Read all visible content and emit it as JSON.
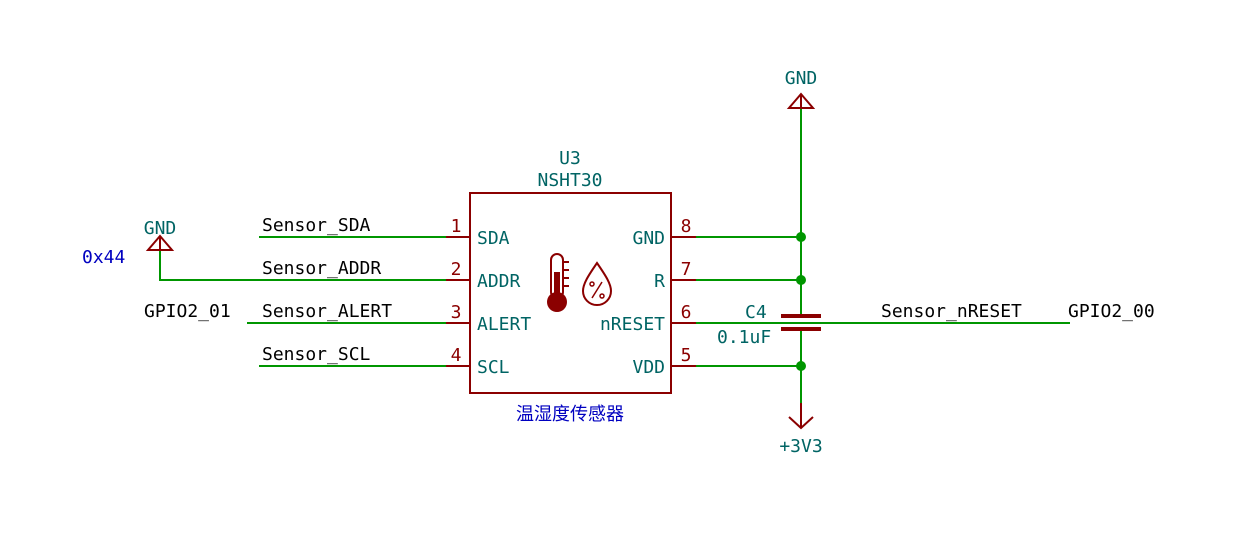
{
  "component": {
    "reference": "U3",
    "value": "NSHT30",
    "description": "温湿度传感器",
    "pins_left": [
      {
        "number": "1",
        "name": "SDA"
      },
      {
        "number": "2",
        "name": "ADDR"
      },
      {
        "number": "3",
        "name": "ALERT"
      },
      {
        "number": "4",
        "name": "SCL"
      }
    ],
    "pins_right": [
      {
        "number": "8",
        "name": "GND"
      },
      {
        "number": "7",
        "name": "R"
      },
      {
        "number": "6",
        "name": "nRESET"
      },
      {
        "number": "5",
        "name": "VDD"
      }
    ]
  },
  "capacitor": {
    "reference": "C4",
    "value": "0.1uF"
  },
  "power": {
    "gnd_top": "GND",
    "gnd_left": "GND",
    "vcc": "+3V3"
  },
  "nets": {
    "sda": "Sensor_SDA",
    "addr": "Sensor_ADDR",
    "alert": "Sensor_ALERT",
    "scl": "Sensor_SCL",
    "nreset": "Sensor_nRESET"
  },
  "annotations": {
    "addr_note": "0x44",
    "alert_gpio": "GPIO2_01",
    "nreset_gpio": "GPIO2_00"
  },
  "colors": {
    "wire": "#009600",
    "symbol": "#8b0000",
    "field": "#006464",
    "note": "#0000c0"
  }
}
